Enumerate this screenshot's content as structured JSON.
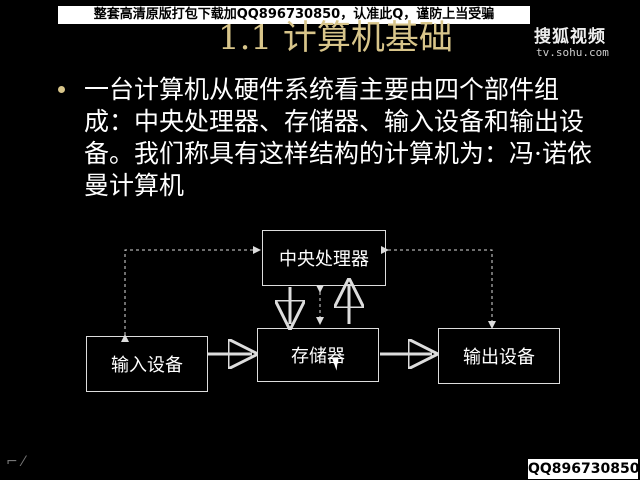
{
  "banner": "整套高清原版打包下载加QQ896730850，认准此Q，谨防上当受骗",
  "slide": {
    "title": "1.1 计算机基础",
    "body": "一台计算机从硬件系统看主要由四个部件组成：中央处理器、存储器、输入设备和输出设备。我们称具有这样结构的计算机为：冯·诺依曼计算机"
  },
  "diagram": {
    "cpu": "中央处理器",
    "memory": "存储器",
    "input": "输入设备",
    "output": "输出设备"
  },
  "watermark": {
    "logo": "搜狐视频",
    "site": "tv.sohu.com"
  },
  "footer": {
    "qq": "QQ896730850",
    "corner": "⌐ ⁄"
  }
}
